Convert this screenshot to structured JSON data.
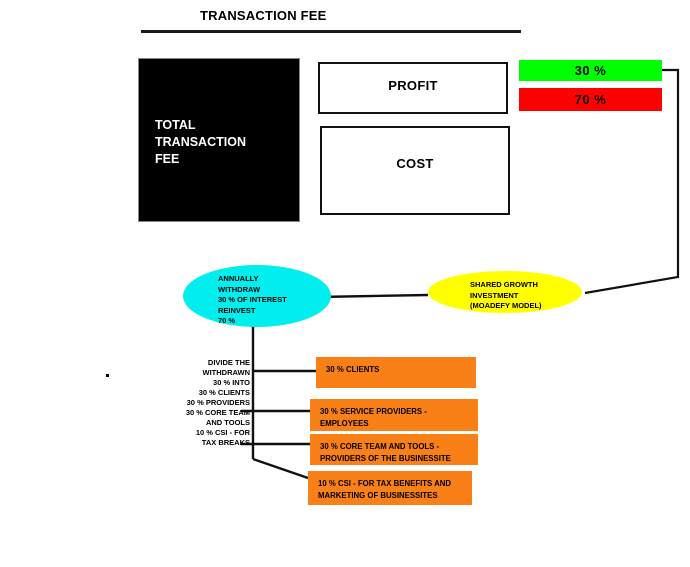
{
  "page": {
    "title": "TRANSACTION FEE",
    "background": "#ffffff"
  },
  "boxes": {
    "total_fee": {
      "label": "TOTAL\nTRANSACTION\nFEE",
      "fill": "#000000",
      "text_color": "#ffffff"
    },
    "profit": {
      "label": "PROFIT",
      "fill": "#ffffff",
      "border": "#111111"
    },
    "cost": {
      "label": "COST",
      "fill": "#ffffff",
      "border": "#111111"
    }
  },
  "percentages": {
    "green": {
      "label": "30 %",
      "fill": "#00ff00"
    },
    "red": {
      "label": "70 %",
      "fill": "#ff0000"
    }
  },
  "ellipses": {
    "annually": {
      "label": "ANNUALLY\nWITHDRAW\n30 % OF INTEREST\nREINVEST\n70 %",
      "fill": "#00eeee"
    },
    "shared_growth": {
      "label": "SHARED GROWTH\nINVESTMENT\n(MOADEFY MODEL)",
      "fill": "#ffff00"
    }
  },
  "divide_note": {
    "label": "DIVIDE THE\nWITHDRAWN\n30 % INTO\n30 % CLIENTS\n30 % PROVIDERS\n30 % CORE TEAM\nAND TOOLS\n10 % CSI - FOR\nTAX BREAKS"
  },
  "allocations": [
    {
      "label": "30 % CLIENTS",
      "fill": "#f88017"
    },
    {
      "label": "30 % SERVICE PROVIDERS -\nEMPLOYEES",
      "fill": "#f88017"
    },
    {
      "label": "30 % CORE TEAM AND TOOLS -\nPROVIDERS OF THE BUSINESSITE",
      "fill": "#f88017"
    },
    {
      "label": "10 % CSI - FOR TAX BENEFITS AND\nMARKETING OF BUSINESSITES",
      "fill": "#f88017"
    }
  ]
}
